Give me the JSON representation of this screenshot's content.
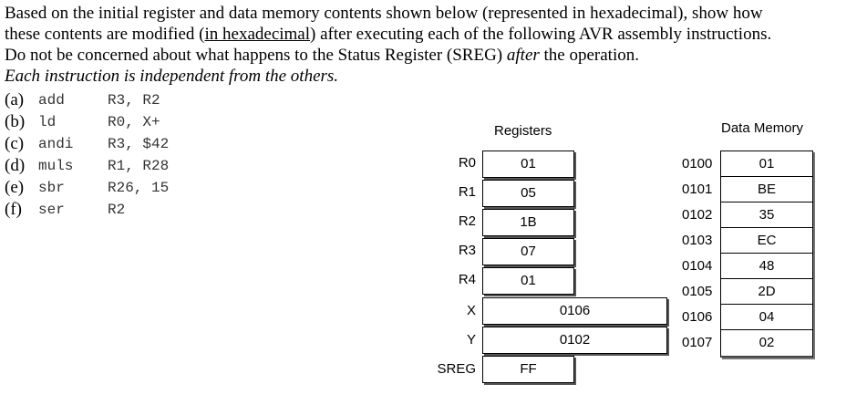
{
  "paragraph": {
    "line1": "Based on the initial register and data memory contents shown below (represented in hexadecimal), show how",
    "line2_pre": "these contents are modified (",
    "line2_underlined": "in hexadecimal",
    "line2_post": ") after executing each of the following AVR assembly instructions.",
    "line3_pre": "Do not be concerned about what happens to the Status Register (SREG) ",
    "line3_italic": "after",
    "line3_post": " the operation.",
    "line4_italic": "Each instruction is independent from the others."
  },
  "instructions": [
    {
      "label": "(a)",
      "op": "add",
      "args": "R3, R2"
    },
    {
      "label": "(b)",
      "op": "ld",
      "args": "R0, X+"
    },
    {
      "label": "(c)",
      "op": "andi",
      "args": "R3, $42"
    },
    {
      "label": "(d)",
      "op": "muls",
      "args": "R1, R28"
    },
    {
      "label": "(e)",
      "op": "sbr",
      "args": "R26, 15"
    },
    {
      "label": "(f)",
      "op": "ser",
      "args": "R2"
    }
  ],
  "registers": {
    "title": "Registers",
    "items": [
      {
        "name": "R0",
        "value": "01"
      },
      {
        "name": "R1",
        "value": "05"
      },
      {
        "name": "R2",
        "value": "1B"
      },
      {
        "name": "R3",
        "value": "07"
      },
      {
        "name": "R4",
        "value": "01"
      },
      {
        "name": "X",
        "value": "0106"
      },
      {
        "name": "Y",
        "value": "0102"
      },
      {
        "name": "SREG",
        "value": "FF"
      }
    ]
  },
  "memory": {
    "title": "Data Memory",
    "items": [
      {
        "addr": "0100",
        "value": "01"
      },
      {
        "addr": "0101",
        "value": "BE"
      },
      {
        "addr": "0102",
        "value": "35"
      },
      {
        "addr": "0103",
        "value": "EC"
      },
      {
        "addr": "0104",
        "value": "48"
      },
      {
        "addr": "0105",
        "value": "2D"
      },
      {
        "addr": "0106",
        "value": "04"
      },
      {
        "addr": "0107",
        "value": "02"
      }
    ]
  }
}
